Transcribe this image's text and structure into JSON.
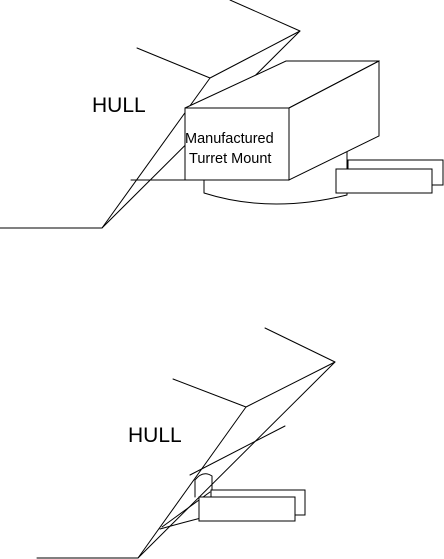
{
  "top_diagram": {
    "hull_label": "HULL",
    "mount_label_line1": "Manufactured",
    "mount_label_line2": "Turret Mount"
  },
  "bottom_diagram": {
    "hull_label": "HULL"
  }
}
